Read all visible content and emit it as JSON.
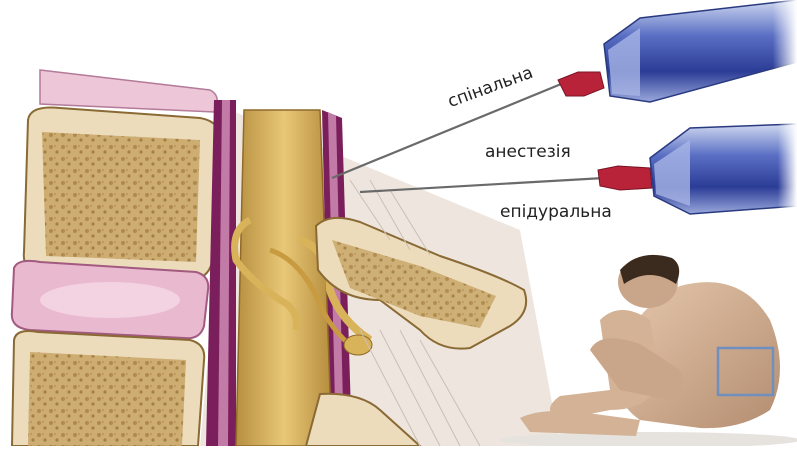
{
  "labels": {
    "spinal": "спінальна",
    "anesthesia": "анестезія",
    "epidural": "епідуральна"
  },
  "colors": {
    "bone": "#c9a86a",
    "cord": "#d8b25e",
    "dura": "#7a1f5c",
    "disc": "#e9b9cf",
    "syringe": "#3a4fa8",
    "hub": "#b8233a",
    "skin": "#d8b79a",
    "box": "#6f8fbf"
  },
  "icons": [
    "vertebra-illustration",
    "syringe-icon",
    "seated-person-illustration"
  ]
}
